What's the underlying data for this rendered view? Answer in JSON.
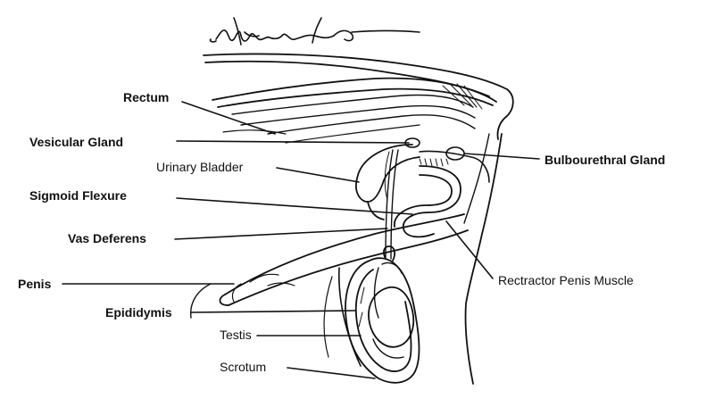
{
  "labels": {
    "rectum": "Rectum",
    "vesicular_gland": "Vesicular Gland",
    "urinary_bladder": "Urinary Bladder",
    "sigmoid_flexure": "Sigmoid Flexure",
    "vas_deferens": "Vas Deferens",
    "penis": "Penis",
    "epididymis": "Epididymis",
    "testis": "Testis",
    "scrotum": "Scrotum",
    "bulbourethral_gland": "Bulbourethral Gland",
    "retractor_penis_muscle": "Rectractor Penis Muscle"
  },
  "colors": {
    "ink": "#111111",
    "background": "#ffffff"
  }
}
